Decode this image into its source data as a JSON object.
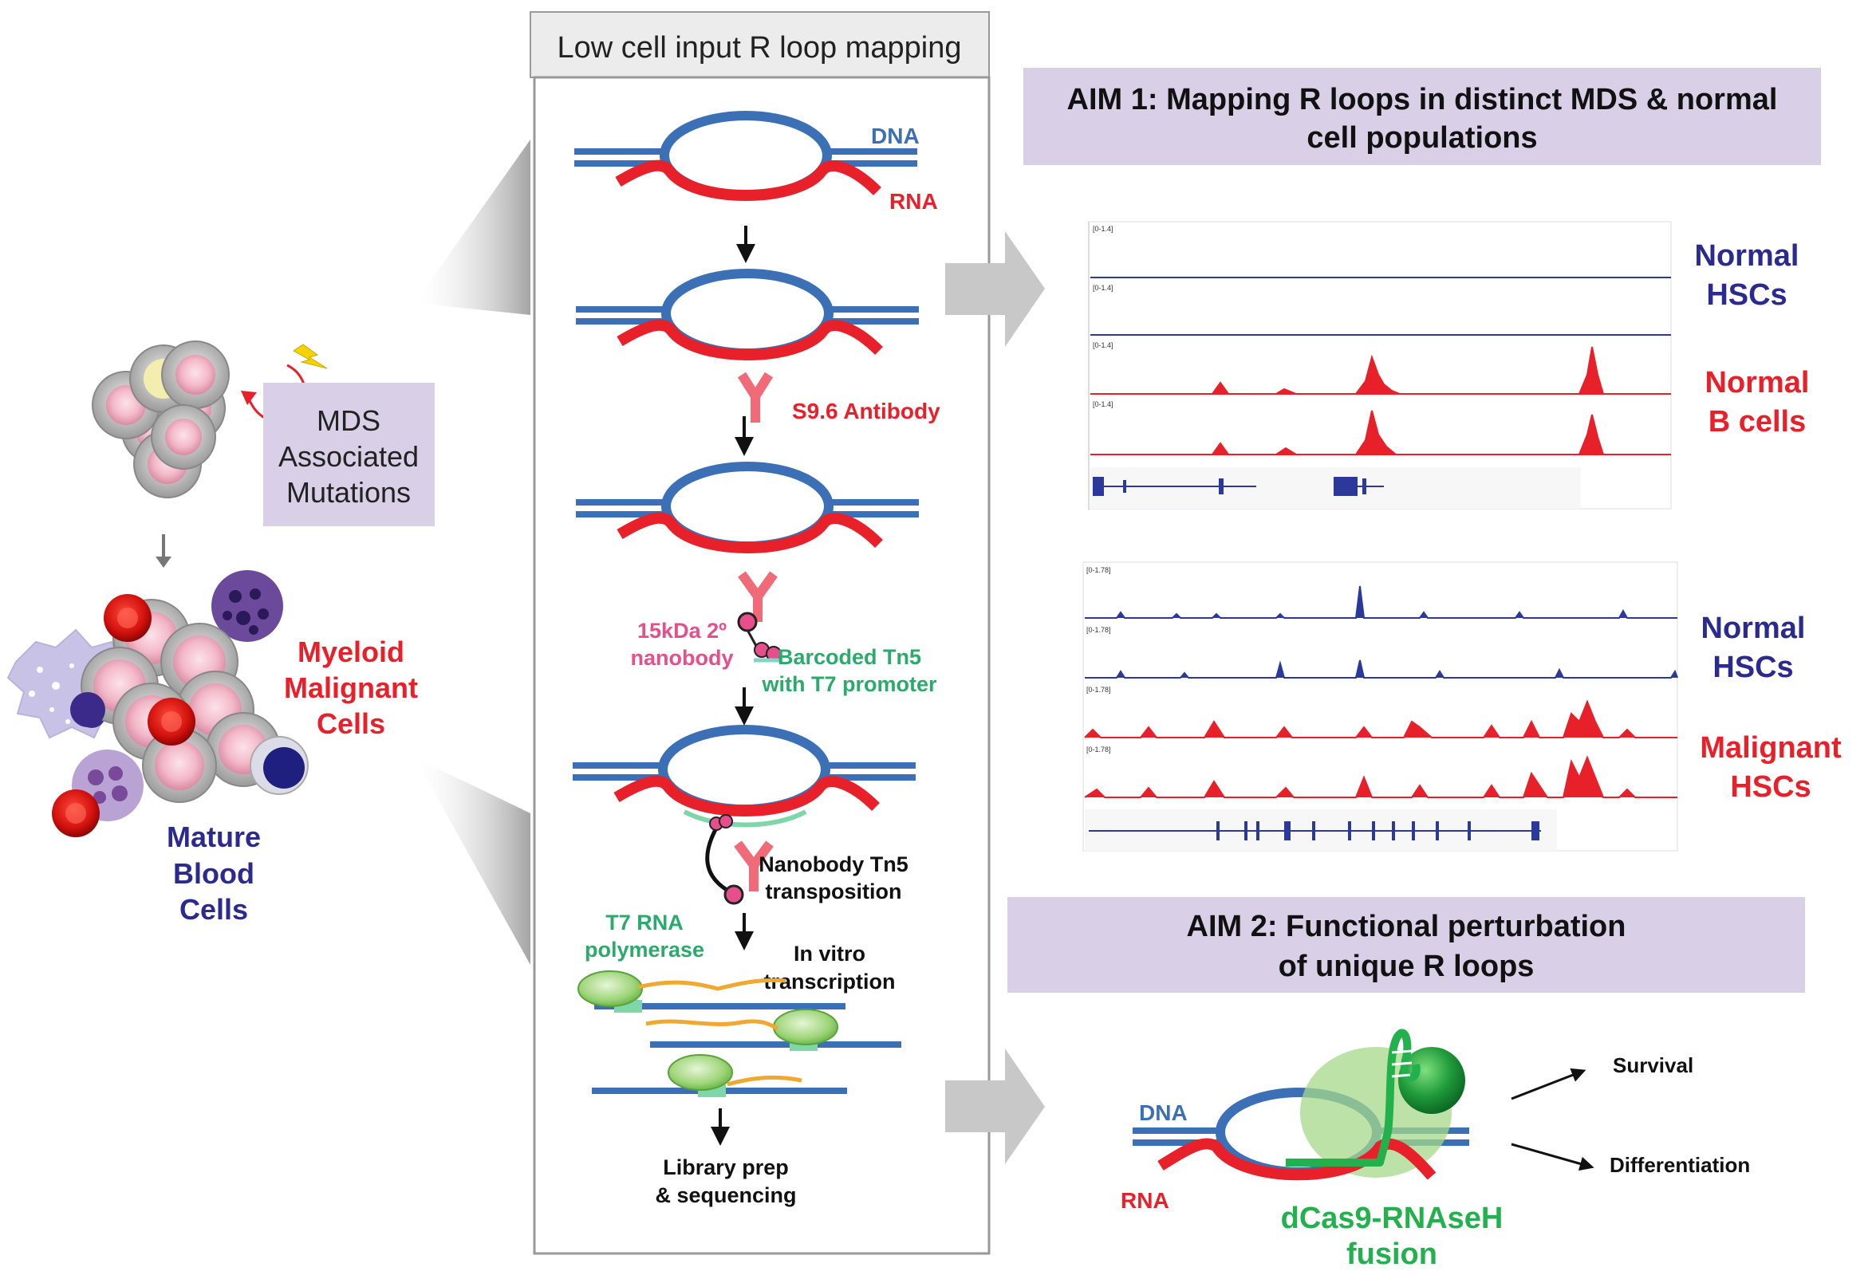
{
  "colors": {
    "dna": "#3b6fb6",
    "rna": "#e8202a",
    "navy": "#2b2b8f",
    "red_label": "#e8202a",
    "green_label": "#2aab6b",
    "pink_label": "#e64e8c",
    "lavender": "#d9cfe6",
    "arrow_gray": "#c8c8c8",
    "track_blue": "#2b3a9a",
    "track_red": "#e8202a"
  },
  "left": {
    "mds_label": [
      "MDS",
      "Associated",
      "Mutations"
    ],
    "malignant_label": [
      "Myeloid",
      "Malignant",
      "Cells"
    ],
    "mature_label": [
      "Mature",
      "Blood",
      "Cells"
    ]
  },
  "workflow": {
    "title": "Low cell input R loop mapping",
    "dna_label": "DNA",
    "rna_label": "RNA",
    "antibody_label": "S9.6 Antibody",
    "nanobody_label": [
      "15kDa 2º",
      "nanobody"
    ],
    "tn5_label": [
      "Barcoded Tn5",
      "with T7 promoter"
    ],
    "transposition_label": [
      "Nanobody Tn5",
      "transposition"
    ],
    "polymerase_label": [
      "T7 RNA",
      "polymerase"
    ],
    "ivt_label": [
      "In vitro",
      "transcription"
    ],
    "library_label": [
      "Library prep",
      "& sequencing"
    ]
  },
  "aim1": {
    "title": [
      "AIM 1: Mapping R loops in distinct MDS & normal",
      "cell populations"
    ],
    "group1_blue_label": [
      "Normal",
      "HSCs"
    ],
    "group1_red_label": [
      "Normal",
      "B cells"
    ],
    "group2_blue_label": [
      "Normal",
      "HSCs"
    ],
    "group2_red_label": [
      "Malignant",
      "HSCs"
    ],
    "track_scale_1": "[0-1.4]",
    "track_scale_2": "[0-1.78]"
  },
  "aim2": {
    "title": [
      "AIM 2: Functional perturbation",
      "of unique R loops"
    ],
    "dna_label": "DNA",
    "rna_label": "RNA",
    "fusion_label": [
      "dCas9-RNAseH",
      "fusion"
    ],
    "outcome_1": "Survival",
    "outcome_2": "Differentiation"
  }
}
